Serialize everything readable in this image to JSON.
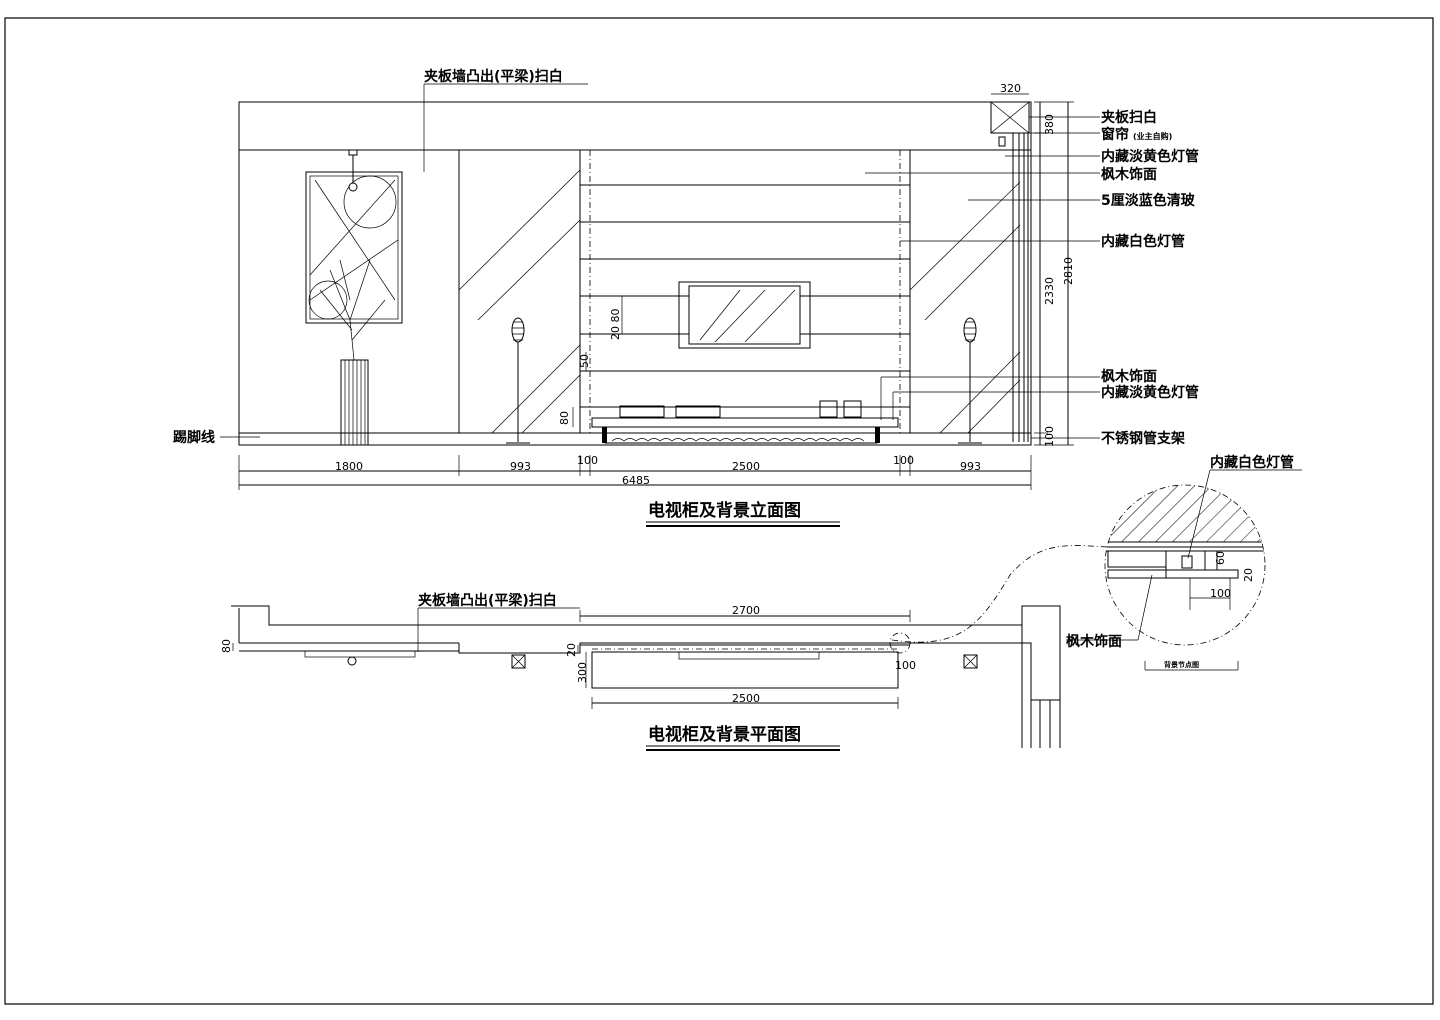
{
  "elevation": {
    "title": "电视柜及背景立面图",
    "labels": {
      "beam": "夹板墙凸出(平梁)扫白",
      "plywood_white": "夹板扫白",
      "curtain": "窗帘",
      "curtain_note": "(业主自购)",
      "yellow_tube_top": "内藏淡黄色灯管",
      "maple_top": "枫木饰面",
      "blue_glass": "5厘淡蓝色清玻",
      "white_tube": "内藏白色灯管",
      "maple_bottom": "枫木饰面",
      "yellow_tube_bottom": "内藏淡黄色灯管",
      "skirting": "踢脚线",
      "steel_bracket": "不锈钢管支架"
    },
    "dims": {
      "d1800": "1800",
      "d993_left": "993",
      "d100_left": "100",
      "d2500": "2500",
      "d100_right": "100",
      "d993_right": "993",
      "total": "6485",
      "d320": "320",
      "d380": "380",
      "d2330": "2330",
      "d2810": "2810",
      "d100_v": "100",
      "d20_80": "20 80",
      "d50": "50",
      "d80": "80"
    }
  },
  "plan": {
    "title": "电视柜及背景平面图",
    "labels": {
      "beam": "夹板墙凸出(平梁)扫白"
    },
    "dims": {
      "d2700": "2700",
      "d80": "80",
      "d20": "20",
      "d300": "300",
      "d100": "100",
      "d2500": "2500"
    }
  },
  "detail": {
    "title": "背景节点图",
    "labels": {
      "white_tube": "内藏白色灯管",
      "maple": "枫木饰面"
    },
    "dims": {
      "d60": "60",
      "d20": "20",
      "d100": "100"
    }
  }
}
